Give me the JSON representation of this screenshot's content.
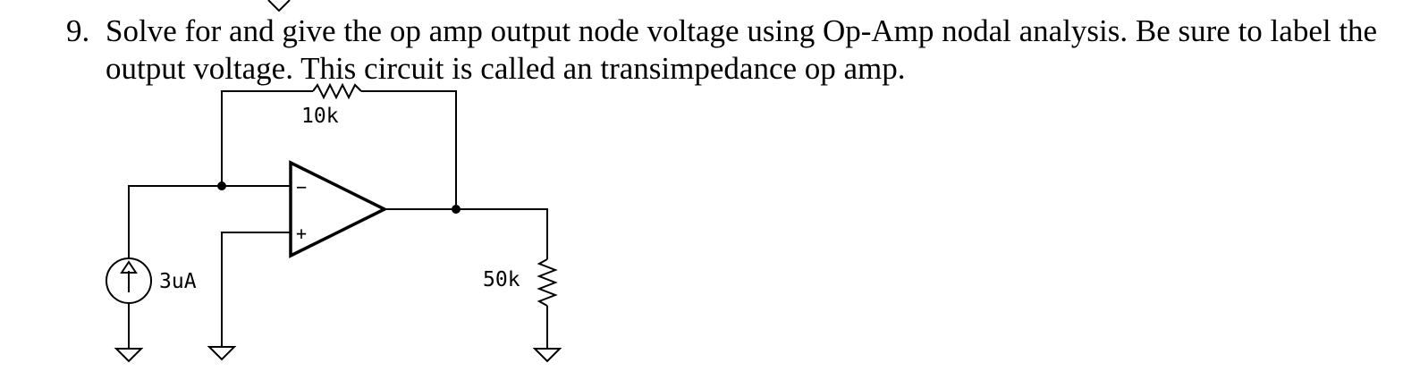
{
  "problem": {
    "number": "9.",
    "line1": "Solve for and give the op amp output node voltage using Op-Amp nodal analysis.  Be sure to label the",
    "line2": "output voltage.  This circuit is called an transimpedance op amp."
  },
  "circuit": {
    "feedback_resistor": "10k",
    "source_current": "3uA",
    "load_resistor": "50k",
    "opamp_minus": "−",
    "opamp_plus": "+"
  }
}
